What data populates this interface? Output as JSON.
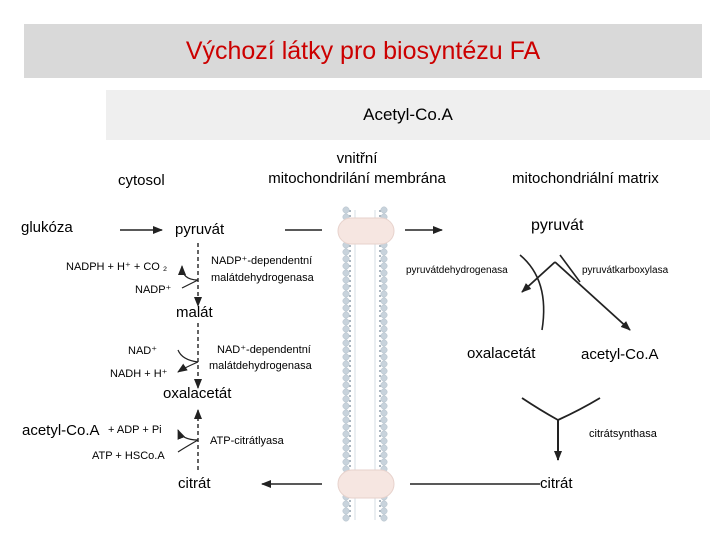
{
  "title": "Výchozí látky pro biosyntézu FA",
  "subtitle": "Acetyl-Co.A",
  "regions": {
    "cytosol": "cytosol",
    "membrane_line1": "vnitřní",
    "membrane_line2": "mitochondrilání membrána",
    "matrix": "mitochondriální matrix"
  },
  "cytosol": {
    "glukoza": "glukóza",
    "pyruvat": "pyruvát",
    "nadph": "NADPH + H⁺ + CO ₂",
    "nadp": "NADP⁺",
    "malic_enzyme_1": "NADP⁺-dependentní",
    "malic_enzyme_2": "malátdehydrogenasa",
    "malat": "malát",
    "nad": "NAD⁺",
    "nadh": "NADH + H⁺",
    "mdh_1": "NAD⁺-dependentní",
    "mdh_2": "malátdehydrogenasa",
    "oxalacetat": "oxalacetát",
    "acetylcoa": "acetyl-Co.A",
    "adp": "+ ADP + Pi",
    "atp": "ATP + HSCo.A",
    "atp_citrate_lyase": "ATP-citrátlyasa",
    "citrat": "citrát"
  },
  "matrix": {
    "pyruvat": "pyruvát",
    "pdh": "pyruvátdehydrogenasa",
    "pc": "pyruvátkarboxylasa",
    "oxalacetat": "oxalacetát",
    "acetylcoa": "acetyl-Co.A",
    "citrate_synthase": "citrátsynthasa",
    "citrat": "citrát"
  },
  "colors": {
    "title_red": "#cc0000",
    "band_gray": "#d9d9d9",
    "membrane_head": "#c8d3dc",
    "arrow": "#222222"
  }
}
